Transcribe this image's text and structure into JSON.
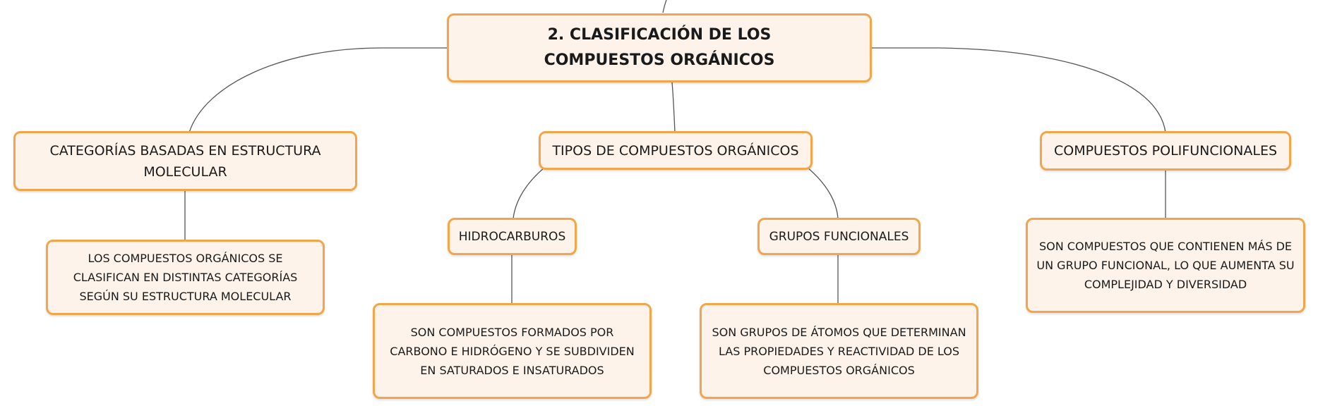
{
  "diagram": {
    "root": {
      "title": "2. CLASIFICACIÓN DE LOS COMPUESTOS ORGÁNICOS"
    },
    "branches": [
      {
        "label": "CATEGORÍAS BASADAS EN ESTRUCTURA MOLECULAR",
        "description": "LOS COMPUESTOS ORGÁNICOS SE CLASIFICAN EN DISTINTAS CATEGORÍAS SEGÚN SU ESTRUCTURA MOLECULAR"
      },
      {
        "label": "TIPOS DE COMPUESTOS ORGÁNICOS",
        "children": [
          {
            "label": "HIDROCARBUROS",
            "description": "SON COMPUESTOS FORMADOS POR CARBONO E HIDRÓGENO Y SE SUBDIVIDEN EN SATURADOS E INSATURADOS"
          },
          {
            "label": "GRUPOS FUNCIONALES",
            "description": "SON GRUPOS DE ÁTOMOS QUE DETERMINAN LAS PROPIEDADES Y REACTIVIDAD DE LOS COMPUESTOS ORGÁNICOS"
          }
        ]
      },
      {
        "label": "COMPUESTOS POLIFUNCIONALES",
        "description": "SON COMPUESTOS QUE CONTIENEN MÁS DE UN GRUPO FUNCIONAL, LO QUE AUMENTA SU COMPLEJIDAD Y DIVERSIDAD"
      }
    ],
    "colors": {
      "node_fill": "#fdf3ea",
      "node_border": "#f3a54a",
      "connector": "#555555"
    }
  }
}
